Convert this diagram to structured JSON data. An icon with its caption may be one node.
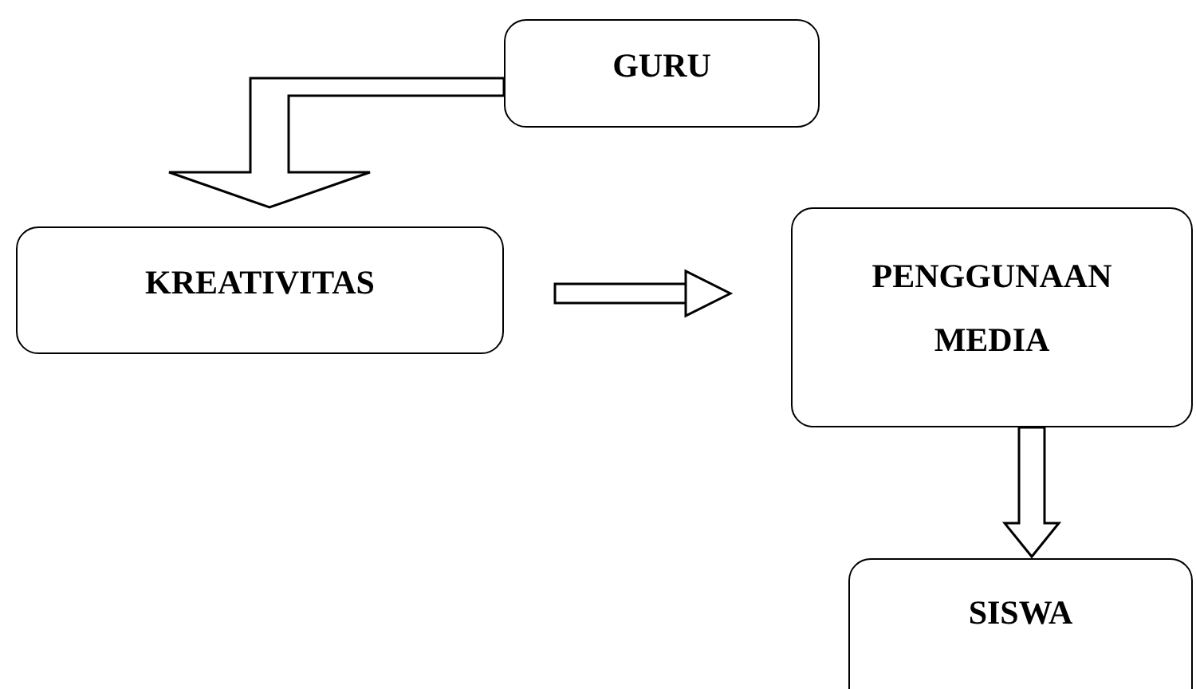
{
  "diagram": {
    "nodes": [
      {
        "text": [
          "GURU"
        ]
      },
      {
        "text": [
          "KREATIVITAS"
        ]
      },
      {
        "text": [
          "PENGGUNAAN MEDIA"
        ]
      },
      {
        "text": [
          "SISWA"
        ]
      }
    ],
    "edges": [
      {
        "from": 0,
        "to": 1,
        "arrow": "to"
      },
      {
        "from": 1,
        "to": 2,
        "arrow": "to"
      },
      {
        "from": 2,
        "to": 3,
        "arrow": "to"
      }
    ]
  }
}
